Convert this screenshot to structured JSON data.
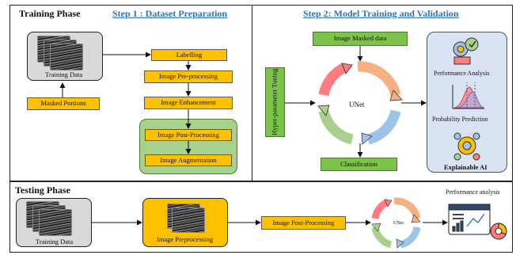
{
  "training": {
    "title": "Training Phase",
    "step1": "Step 1 : Dataset Preparation",
    "training_data": "Training Data",
    "masked_portions": "Masked Portions",
    "steps": [
      "Labelling",
      "Image Pre-processing",
      "Image Enhancement"
    ],
    "post_steps": [
      "Image Post-Processing",
      "Image Augmentation"
    ]
  },
  "step2": {
    "title": "Step 2: Model Training and Validation",
    "image_masked": "Image Masked data",
    "hyper": "Hyper-parameter Tuning",
    "unet": "UNet",
    "classification": "Classification",
    "outputs": [
      "Performance Analysis",
      "Probability Prediction",
      "Explainable AI"
    ]
  },
  "testing": {
    "title": "Testing Phase",
    "training_data": "Training Data",
    "image_preprocessing": "Image Preprocessing",
    "post_processing": "Image Post-Processing",
    "unet": "UNet",
    "performance": "Performance analysis"
  },
  "colors": {
    "orange": "#ffc000",
    "green": "#7dc24a",
    "link_blue": "#2e74b5",
    "cycle": [
      "#f4b183",
      "#9dc3e6",
      "#a9d18e",
      "#ff7c80"
    ]
  },
  "icons": [
    "performance-analysis-icon",
    "probability-curve-icon",
    "explainable-ai-icon",
    "dashboard-icon"
  ]
}
